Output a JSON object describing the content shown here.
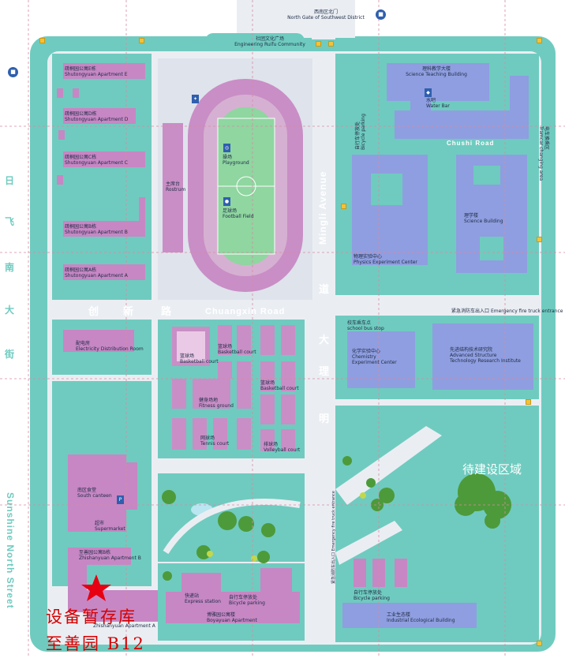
{
  "labels": {
    "north_gate": "西南区北门",
    "north_gate_en": "North Gate of Southwest District",
    "ruifu_cn": "社团文化广场",
    "ruifu_en": "Engineering Ruifu Community",
    "apt_e_cn": "疏桐园公寓E栋",
    "apt_e_en": "Shutongyuan Apartment E",
    "apt_d_cn": "疏桐园公寓D栋",
    "apt_d_en": "Shutongyuan Apartment D",
    "apt_c_cn": "疏桐园公寓C栋",
    "apt_c_en": "Shutongyuan Apartment C",
    "apt_b_cn": "疏桐园公寓B栋",
    "apt_b_en": "Shutongyuan Apartment B",
    "apt_a_cn": "疏桐园公寓A栋",
    "apt_a_en": "Shutongyuan Apartment A",
    "rostrum_cn": "主席台",
    "rostrum_en": "Rostrum",
    "playground_cn": "操场",
    "playground_en": "Playground",
    "football_cn": "足球场",
    "football_en": "Football Field",
    "sci_teach_cn": "理科教学大楼",
    "sci_teach_en": "Science Teaching Building",
    "waterbar_cn": "水吧",
    "waterbar_en": "Water Bar",
    "bike1_cn": "自行车停放处",
    "bike1_en": "Bicycle parking",
    "sci_bldg_cn": "理学楼",
    "sci_bldg_en": "Science Building",
    "phys_cn": "物理实验中心",
    "phys_en": "Physics Experiment Center",
    "tram_cn": "电车换乘区",
    "tram_en": "Tramcar changing area",
    "emergency_cn": "紧急消防车出入口",
    "emergency_en": "Emergency fire truck entrance",
    "elec_cn": "配电房",
    "elec_en": "Electricity Distribution Room",
    "basket1_cn": "篮球场",
    "basket1_en": "Basketball court",
    "basket2_cn": "篮球场",
    "basket2_en": "Basketball court",
    "basket3_cn": "篮球场",
    "basket3_en": "Basketball court",
    "fitness_cn": "健身场地",
    "fitness_en": "Fitness ground",
    "tennis_cn": "网球场",
    "tennis_en": "Tennis court",
    "volley_cn": "排球场",
    "volley_en": "Volleyball court",
    "busstop_cn": "校车乘车点",
    "busstop_en": "school bus stop",
    "chem_cn": "化学实验中心",
    "chem_en": "Chemistry Experiment Center",
    "asti_cn": "先进结构技术研究院",
    "asti_en": "Advanced Structure Technology Research Institute",
    "canteen_cn": "南区食堂",
    "canteen_en": "South canteen",
    "market_cn": "超市",
    "market_en": "Supermarket",
    "zhi_apt_cn": "至善园公寓B栋",
    "zhi_apt_en": "Zhishanyuan Apartment B",
    "zhi_apt_a_en": "Zhishanyuan Apartment A",
    "express_cn": "快递站",
    "express_en": "Express station",
    "bike2_cn": "自行车停放处",
    "bike2_en": "Bicycle parking",
    "boya_cn": "博雅园公寓楼",
    "boya_en": "Boyayuan Apartment",
    "bike3_cn": "自行车停放处",
    "bike3_en": "Bicycle parking",
    "ind_cn": "工业生态楼",
    "ind_en": "Industrial Ecological Building",
    "emergency2": "紧急消防车出入口 Emergency fire truck entrance",
    "future_area": "待建设区域"
  },
  "roads": {
    "chuangxin_en": "Chuangxin Road",
    "chuangxin_cn_1": "创",
    "chuangxin_cn_2": "新",
    "chuangxin_cn_3": "路",
    "mingli_en": "Mingli Avenue",
    "mingli_cn_1": "大",
    "mingli_cn_2": "明",
    "mingli_cn_3": "理",
    "mingli_cn_4": "道",
    "chushi_en": "Chushi Road",
    "rifei_1": "日",
    "rifei_2": "飞",
    "rifei_3": "南",
    "rifei_4": "大",
    "rifei_5": "街",
    "sunshine_en": "Sunshine North Street"
  },
  "annotation": {
    "line1": "设备暂存库",
    "line2": "至善园 B12"
  },
  "icons": {
    "bus": "bus-icon",
    "parking": "P",
    "basketball": "basketball-icon",
    "star": "★",
    "bike": "bicycle-icon"
  },
  "colors": {
    "background": "#ffffff",
    "ground_teal": "#6fcbbf",
    "road_light": "#eaeef3",
    "apartment_purple": "#c687c4",
    "academic_blue": "#8f9ee0",
    "sports_pink": "#c98ec6",
    "field_green": "#8fd6a0",
    "tree_green": "#4d9a3a",
    "marker_red": "#e60012",
    "pin_yellow": "#f4c23a",
    "bus_blue": "#2f5fae"
  }
}
